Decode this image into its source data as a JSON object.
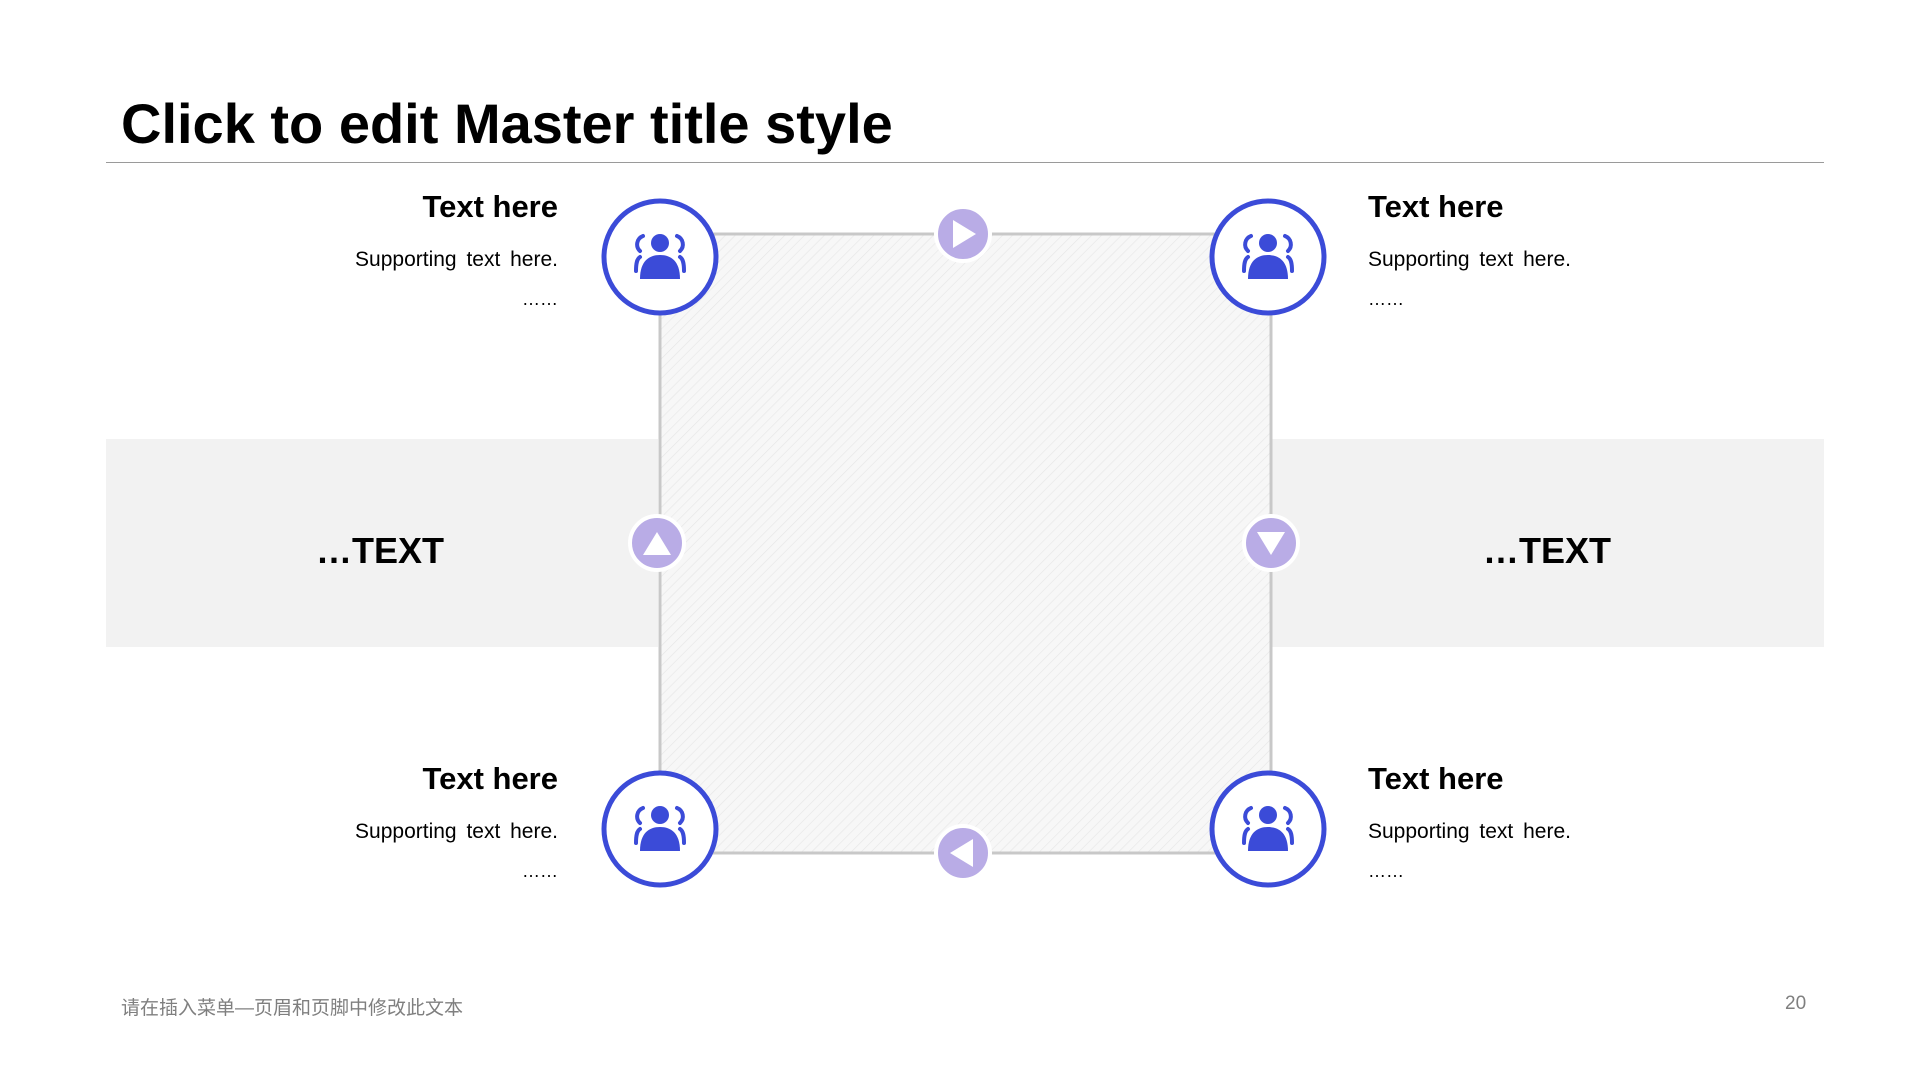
{
  "slide": {
    "title": "Click to edit Master title style",
    "footer_text": "请在插入菜单—页眉和页脚中修改此文本",
    "page_number": "20"
  },
  "bands": {
    "left_text": "…TEXT",
    "right_text": "…TEXT"
  },
  "blocks": [
    {
      "heading": "Text here",
      "support": "Supporting text here.",
      "dots": "……"
    },
    {
      "heading": "Text here",
      "support": "Supporting text here.",
      "dots": "……"
    },
    {
      "heading": "Text here",
      "support": "Supporting text here.",
      "dots": "……"
    },
    {
      "heading": "Text here",
      "support": "Supporting text here.",
      "dots": "……"
    }
  ],
  "nodes": [
    {
      "icon": "users-icon"
    },
    {
      "icon": "users-icon"
    },
    {
      "icon": "users-icon"
    },
    {
      "icon": "users-icon"
    }
  ],
  "arrows": [
    {
      "icon": "arrow-right-icon"
    },
    {
      "icon": "arrow-down-icon"
    },
    {
      "icon": "arrow-left-icon"
    },
    {
      "icon": "arrow-up-icon"
    }
  ],
  "colors": {
    "accent_blue": "#3b4bd8",
    "arrow_purple": "#b9ace6",
    "frame_gray": "#c8c8c8",
    "band_gray": "#f2f2f2"
  }
}
